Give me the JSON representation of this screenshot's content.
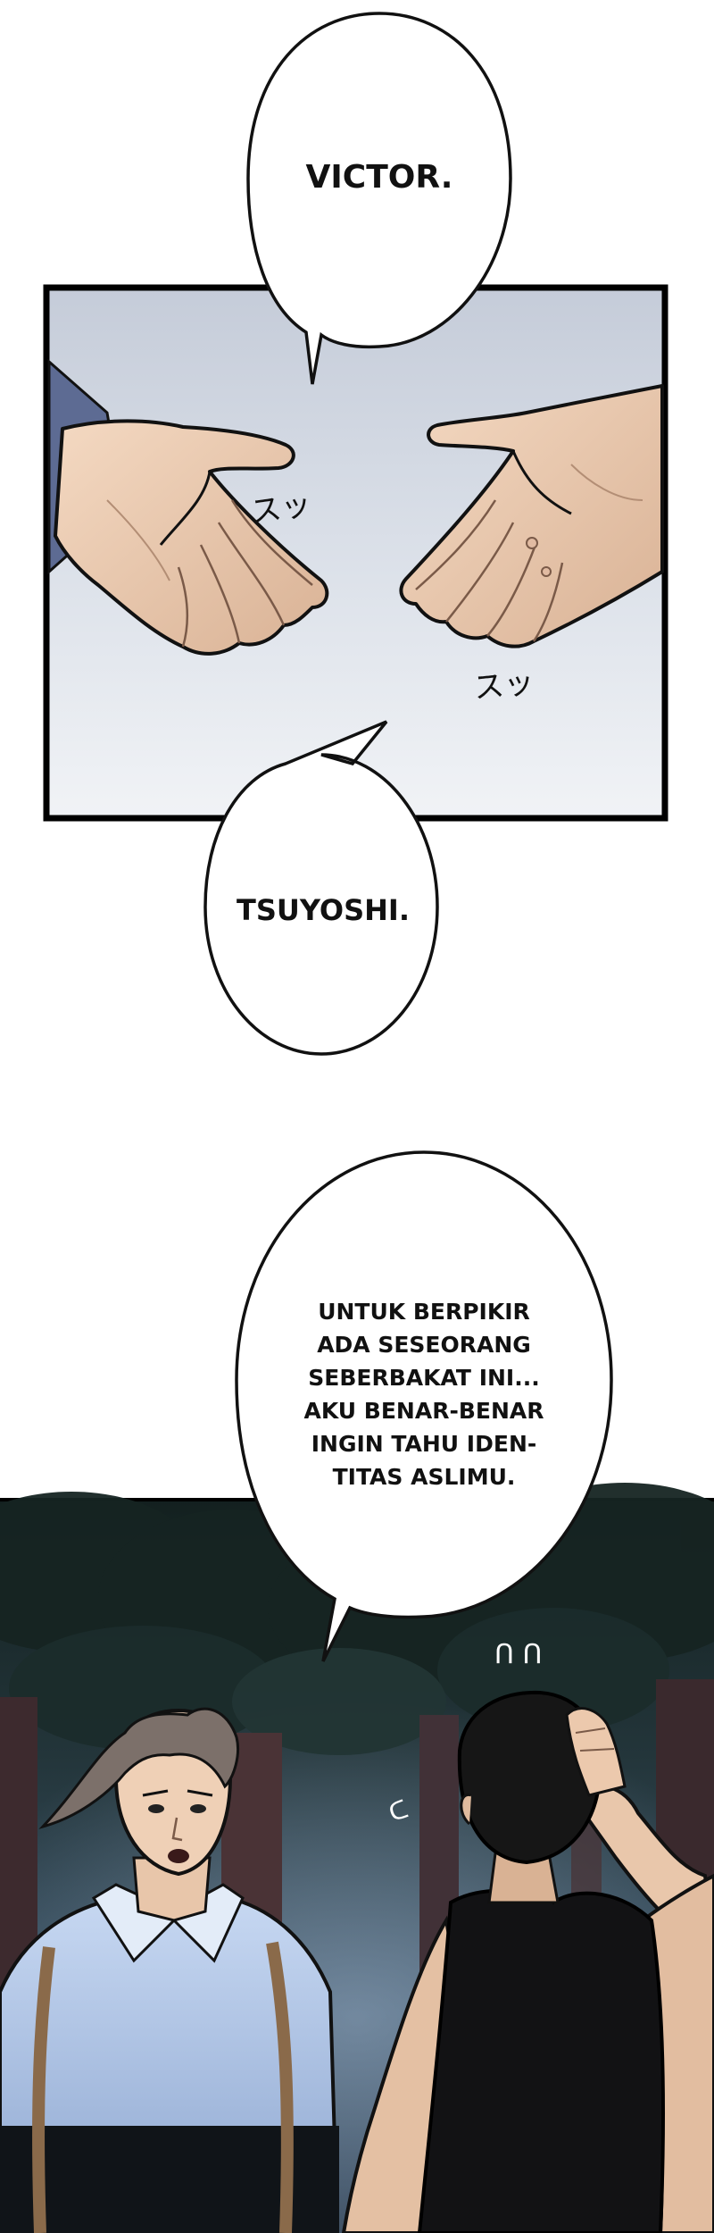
{
  "bubbles": {
    "victor": "VICTOR.",
    "tsuyoshi": "TSUYOSHI.",
    "speech_lines": [
      "UNTUK BERPIKIR",
      "ADA SESEORANG",
      "SEBERBAKAT INI...",
      "AKU BENAR-BENAR",
      "INGIN TAHU IDEN-",
      "TITAS ASLIMU."
    ]
  },
  "sfx": {
    "left_hand": "スッ",
    "right_hand": "スッ",
    "marks_top": "ᑎ ᑎ",
    "mark_side": "ᑕ"
  },
  "colors": {
    "panel_border": "#000000",
    "panel1_sky_top": "#c7cfdb",
    "panel1_sky_bottom": "#eef1f5",
    "forest_dark": "#1d2b2a",
    "skin": "#f0d2b8"
  }
}
